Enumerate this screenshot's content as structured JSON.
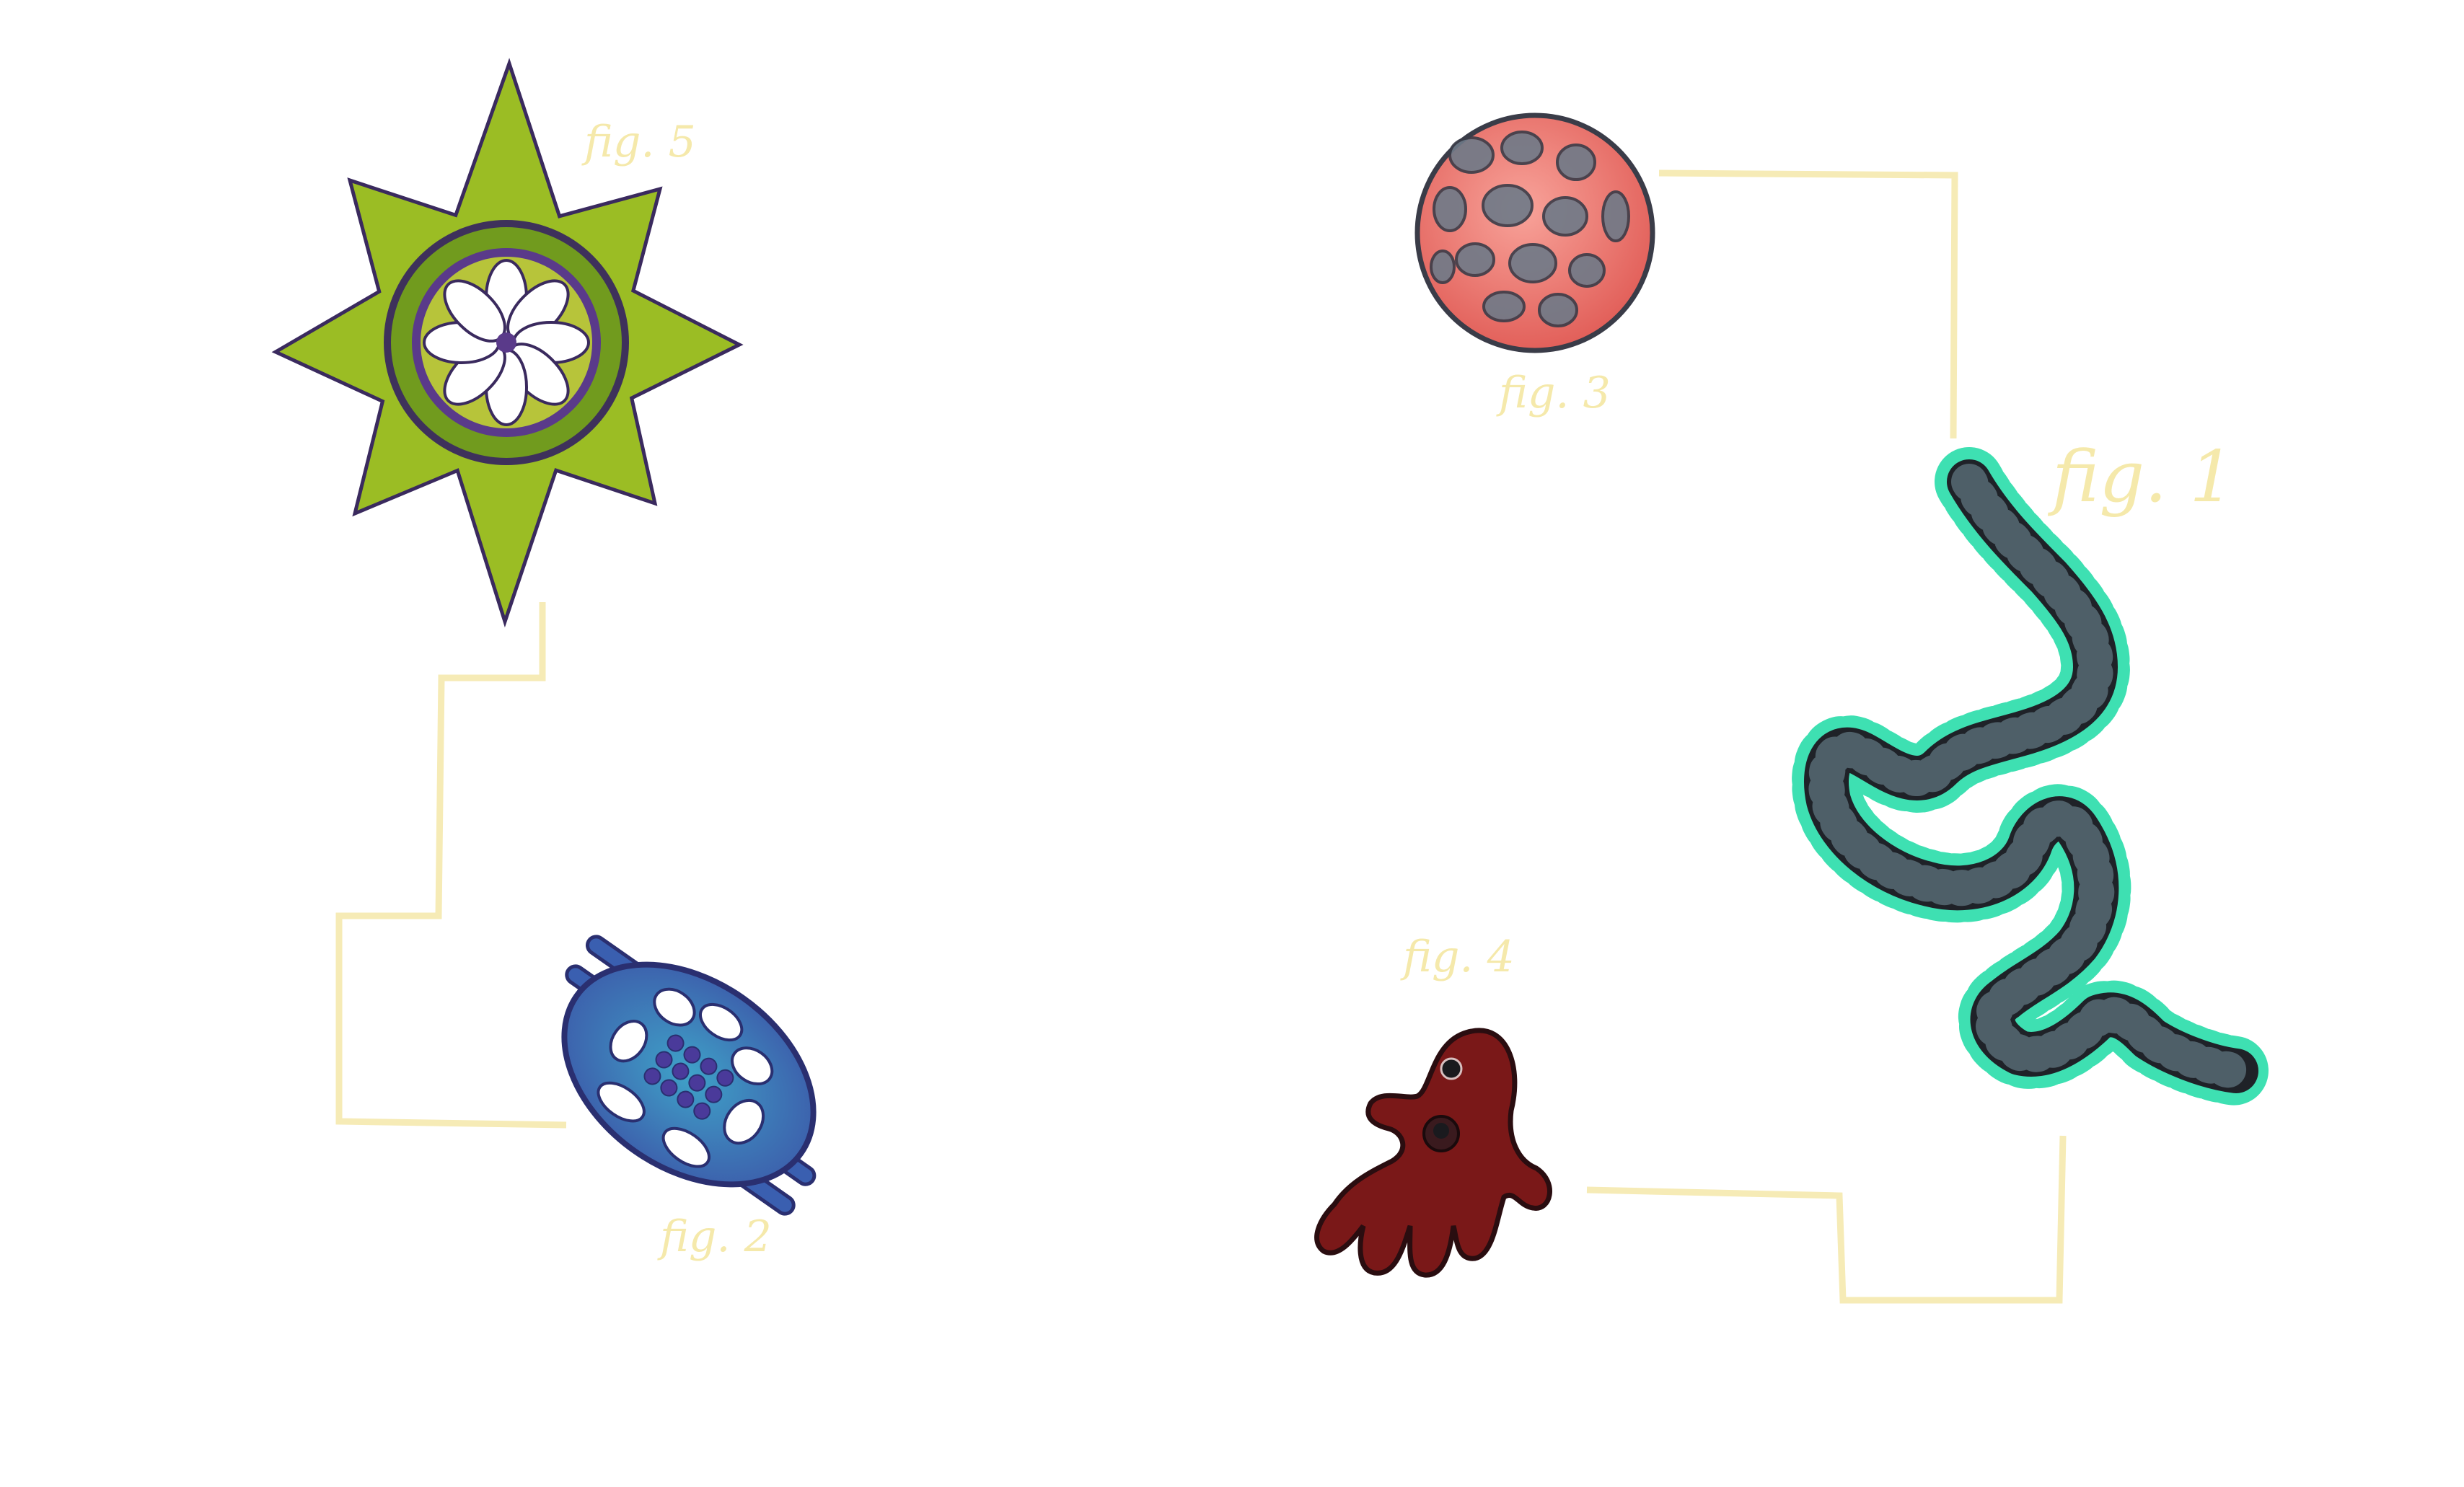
{
  "figures": {
    "fig1": {
      "caption": "fig. 1",
      "icon": "spiny-chain-organism-icon"
    },
    "fig2": {
      "caption": "fig. 2",
      "icon": "blue-lattice-organism-icon"
    },
    "fig3": {
      "caption": "fig. 3",
      "icon": "pink-sphere-organism-icon"
    },
    "fig4": {
      "caption": "fig. 4",
      "icon": "amoeba-organism-icon"
    },
    "fig5": {
      "caption": "fig. 5",
      "icon": "star-radiolarian-icon"
    }
  },
  "colors": {
    "caption": "#f4e7a2",
    "connector": "#f6ebb6",
    "fig1_body": "#1f2228",
    "fig1_spines": "#3ee0b2",
    "fig2_body": "#3a7fb8",
    "fig2_edge": "#2a2f70",
    "fig3_body": "#f0766e",
    "fig3_spots": "#6e7a88",
    "fig4_body": "#7a1818",
    "fig5_body": "#9bbd24",
    "fig5_edge": "#3a2a5e"
  }
}
